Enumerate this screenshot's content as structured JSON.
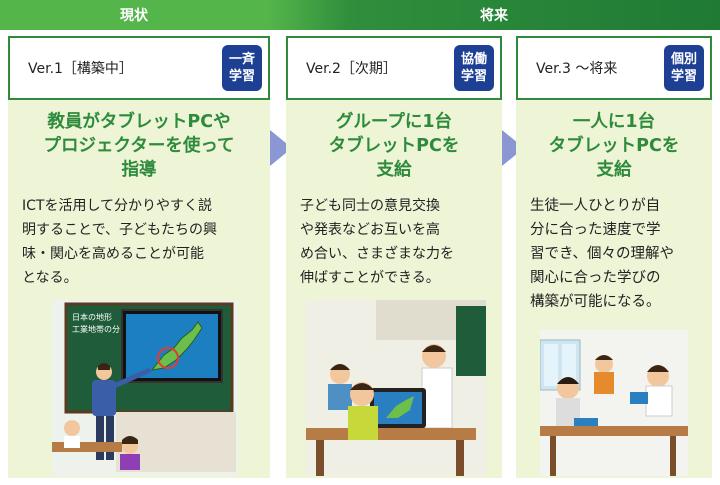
{
  "banner": {
    "now": "現状",
    "future": "将来"
  },
  "panels": [
    {
      "version": "Ver.1［構築中］",
      "badge_line1": "一斉",
      "badge_line2": "学習",
      "title_lines": [
        "教員がタブレットPCや",
        "プロジェクターを使って",
        "指導"
      ],
      "body_lines": [
        "ICTを活用して分かりやすく説",
        "明することで、子どもたちの興",
        "味・関心を高めることが可能",
        "となる。"
      ],
      "board_text_1": "日本の地形",
      "board_text_2": "工業地帯の分"
    },
    {
      "version": "Ver.2［次期］",
      "badge_line1": "協働",
      "badge_line2": "学習",
      "title_lines": [
        "グループに1台",
        "タブレットPCを",
        "支給"
      ],
      "body_lines": [
        "子ども同士の意見交換",
        "や発表などお互いを高",
        "め合い、さまざまな力を",
        "伸ばすことができる。"
      ]
    },
    {
      "version": "Ver.3 〜将来",
      "badge_line1": "個別",
      "badge_line2": "学習",
      "title_lines": [
        "一人に1台",
        "タブレットPCを",
        "支給"
      ],
      "body_lines": [
        "生徒一人ひとりが自",
        "分に合った速度で学",
        "習でき、個々の理解や",
        "関心に合った学びの",
        "構築が可能になる。"
      ]
    }
  ],
  "colors": {
    "green": "#2e8b3c",
    "badge": "#1d3f94",
    "panel_bg": "#eef4d6",
    "arrow": "#8a97d3"
  }
}
